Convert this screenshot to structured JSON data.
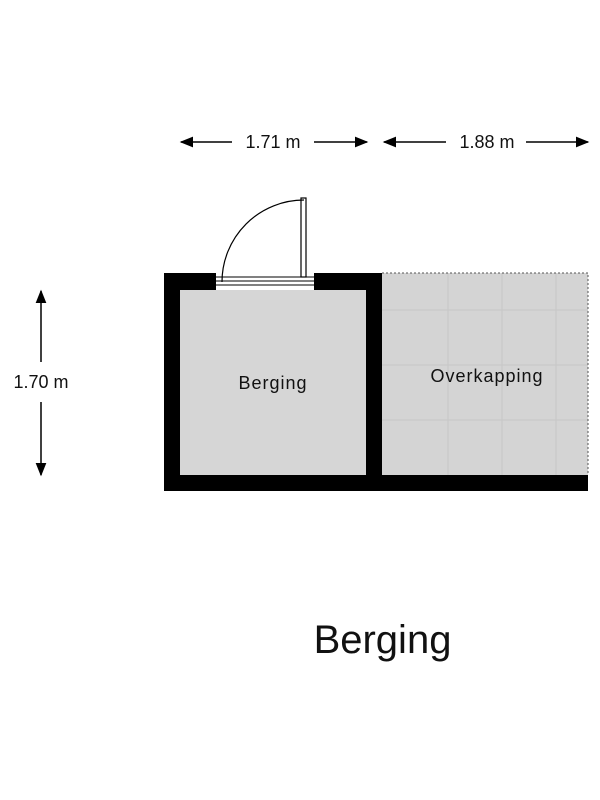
{
  "title": "Berging",
  "dimensions": {
    "width_left": "1.71 m",
    "width_right": "1.88 m",
    "height": "1.70 m"
  },
  "rooms": {
    "storage": {
      "label": "Berging",
      "floor_color": "#d6d6d6"
    },
    "canopy": {
      "label": "Overkapping",
      "floor_color": "#d4d4d4"
    }
  },
  "colors": {
    "wall": "#000000",
    "dimension_line": "#000000"
  }
}
